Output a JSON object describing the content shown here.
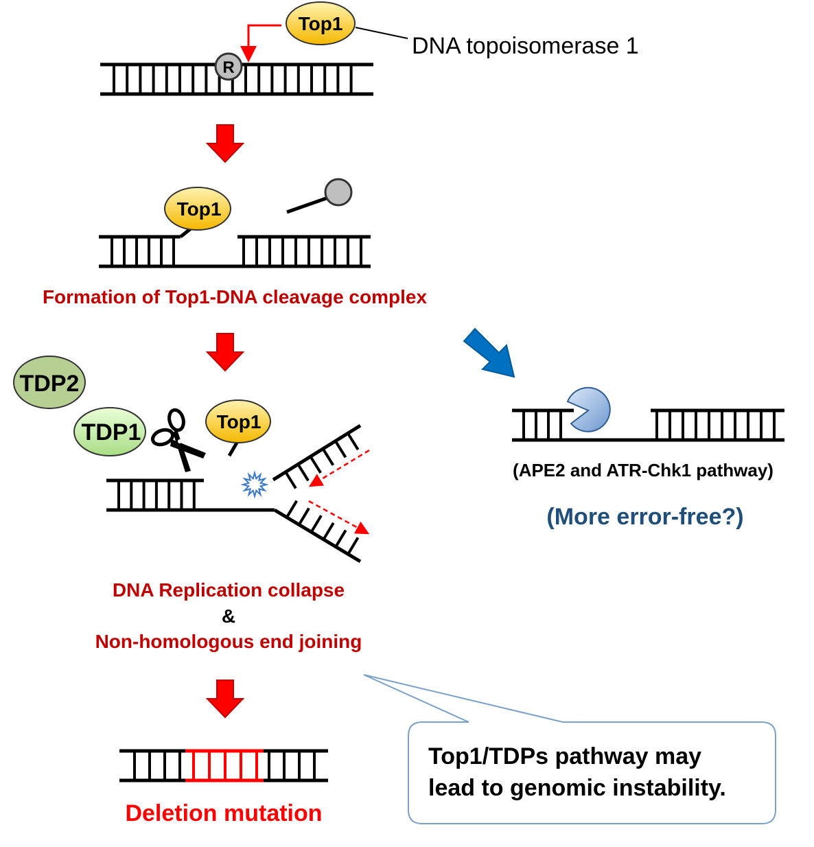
{
  "labels": {
    "top1": "Top1",
    "ribo": "R",
    "topo_name": "DNA topoisomerase 1",
    "tdp1": "TDP1",
    "tdp2": "TDP2",
    "formation": "Formation of Top1-DNA cleavage complex",
    "ape2": "(APE2 and ATR-Chk1 pathway)",
    "error_free": "(More error-free?)",
    "collapse": "DNA Replication collapse",
    "amp": "&",
    "nhej": "Non-homologous end joining",
    "deletion": "Deletion mutation",
    "callout_line1": "Top1/TDPs pathway may",
    "callout_line2": "lead to genomic instability."
  },
  "colors": {
    "dark_red": "#c00000",
    "red": "#ff0000",
    "blue_text": "#1f4e79",
    "blue_arrow": "#0070c0",
    "top1_fill": "#ffd54a",
    "tdp1_fill": "#c6efb0",
    "tdp2_fill": "#b8cf94",
    "ribo_fill": "#bfbfbf",
    "ape2_fill": "#8fb4e3",
    "callout_border": "#7aa0c8"
  }
}
